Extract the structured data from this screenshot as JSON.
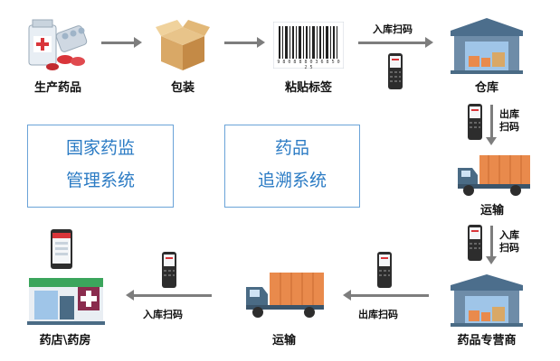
{
  "steps": {
    "production": "生产药品",
    "packaging": "包装",
    "labeling": "粘贴标签",
    "warehouse": "仓库",
    "transport_right": "运输",
    "distributor": "药品专营商",
    "transport_bottom": "运输",
    "pharmacy": "药店\\药房"
  },
  "scans": {
    "inbound_1": "入库扫码",
    "outbound_1": "出库",
    "outbound_1b": "扫码",
    "inbound_2": "入库",
    "inbound_2b": "扫码",
    "outbound_2": "出库扫码",
    "inbound_3": "入库扫码"
  },
  "boxes": {
    "regulator_line1": "国家药监",
    "regulator_line2": "管理系统",
    "trace_line1": "药品",
    "trace_line2": "追溯系统"
  },
  "barcode_digits": "9 8 0 8 8 8 0 3 6 8 5 0 2 5",
  "colors": {
    "accent": "#2b7bc4",
    "border": "#6aa3d8",
    "arrow": "#7d7d7d",
    "truck_cargo": "#e98a4c",
    "truck_cab": "#4a6b85",
    "warehouse_roof": "#4c6e8c"
  }
}
